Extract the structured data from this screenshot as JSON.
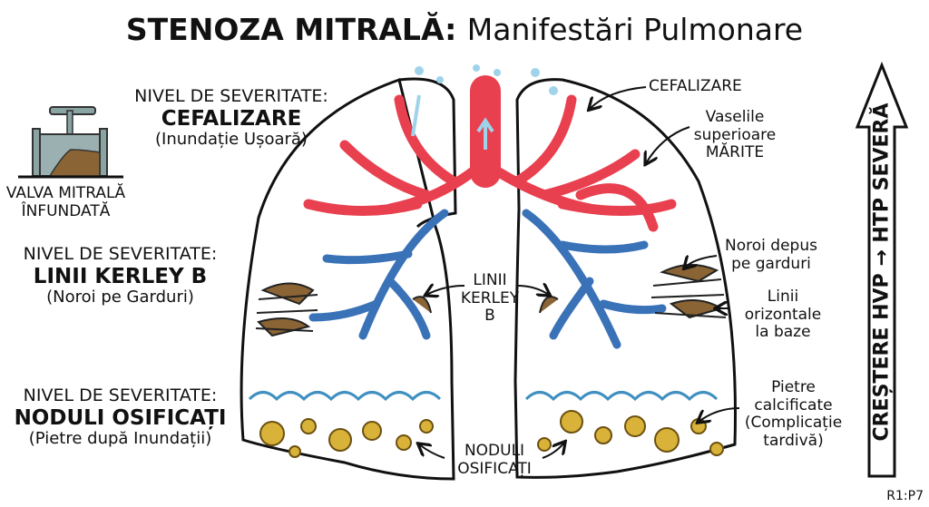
{
  "title": {
    "main": "STENOZA MITRALĂ:",
    "sub": "Manifestări Pulmonare"
  },
  "valve": {
    "label_line1": "VALVA MITRALĂ",
    "label_line2": "ÎNFUNDATĂ"
  },
  "levels": [
    {
      "prefix": "NIVEL DE SEVERITATE:",
      "name": "CEFALIZARE",
      "note": "(Inundație Ușoară)"
    },
    {
      "prefix": "NIVEL DE SEVERITATE:",
      "name": "LINII KERLEY B",
      "note": "(Noroi pe Garduri)"
    },
    {
      "prefix": "NIVEL DE SEVERITATE:",
      "name": "NODULI OSIFICAȚI",
      "note": "(Pietre după Inundații)"
    }
  ],
  "annotations": {
    "cefalizare": "CEFALIZARE",
    "vaselile": [
      "Vaselile",
      "superioare",
      "MĂRITE"
    ],
    "noroi": [
      "Noroi depus",
      "pe garduri"
    ],
    "linii_oriz": [
      "Linii",
      "orizontale",
      "la baze"
    ],
    "pietre": [
      "Pietre",
      "calcificate",
      "(Complicație",
      "tardivă)"
    ],
    "kerley": [
      "LINII",
      "KERLEY B"
    ],
    "noduli": [
      "NODULI",
      "OSIFICAȚI"
    ]
  },
  "severity_arrow": "CREȘTERE HVP → HTP SEVERĂ",
  "code": "R1:P7",
  "colors": {
    "artery": "#e8404f",
    "vein": "#3a72b8",
    "mud": "#8a6434",
    "stone": "#d9b23a",
    "water": "#9fd3ea"
  }
}
